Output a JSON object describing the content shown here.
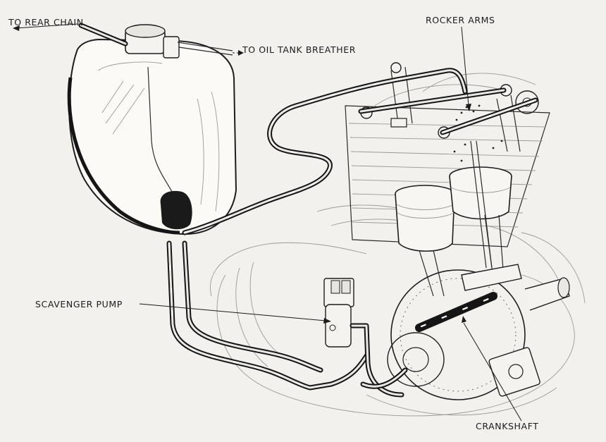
{
  "diagram": {
    "labels": {
      "rear_chain": "TO REAR CHAIN",
      "oil_tank_breather": "TO OIL TANK BREATHER",
      "rocker_arms": "ROCKER ARMS",
      "scavenger_pump": "SCAVENGER PUMP",
      "crankshaft": "CRANKSHAFT"
    },
    "colors": {
      "paper": "#f2f1ed",
      "ink": "#151515"
    }
  }
}
